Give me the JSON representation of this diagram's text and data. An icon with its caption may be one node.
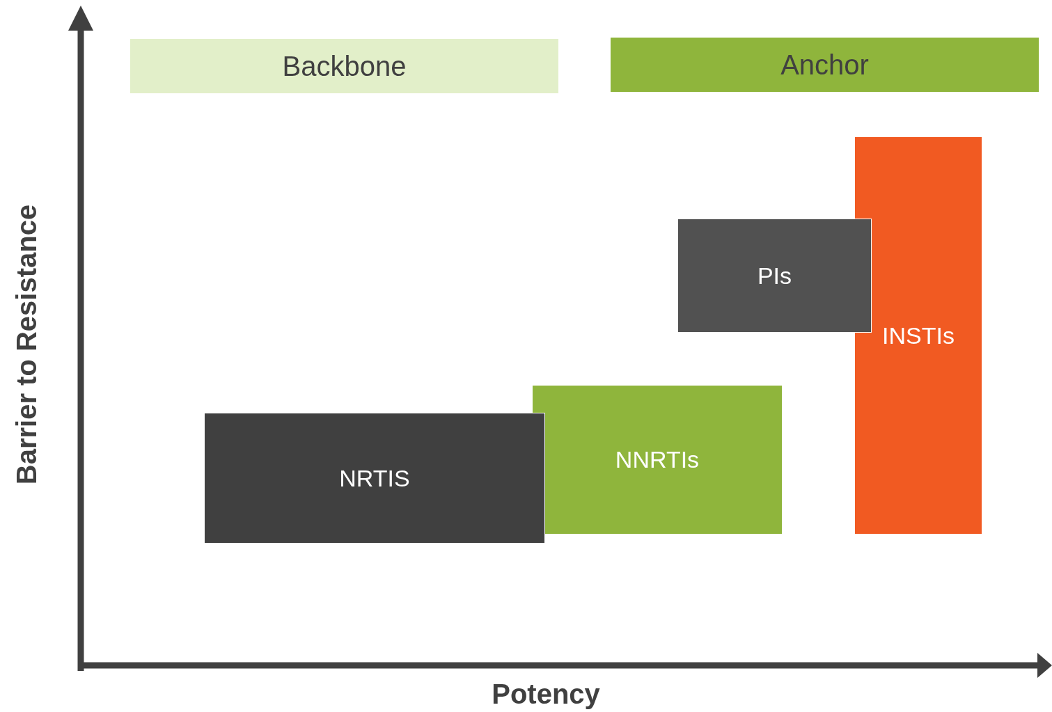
{
  "diagram": {
    "nodes": [
      {
        "text": [
          "Backbone"
        ]
      },
      {
        "text": [
          "Anchor"
        ]
      },
      {
        "text": [
          "INSTIs"
        ]
      },
      {
        "text": [
          "PIs"
        ]
      },
      {
        "text": [
          "NNRTIs"
        ]
      },
      {
        "text": [
          "NRTIS"
        ]
      }
    ],
    "labels": [
      "Barrier to Resistance",
      "Potency"
    ]
  }
}
